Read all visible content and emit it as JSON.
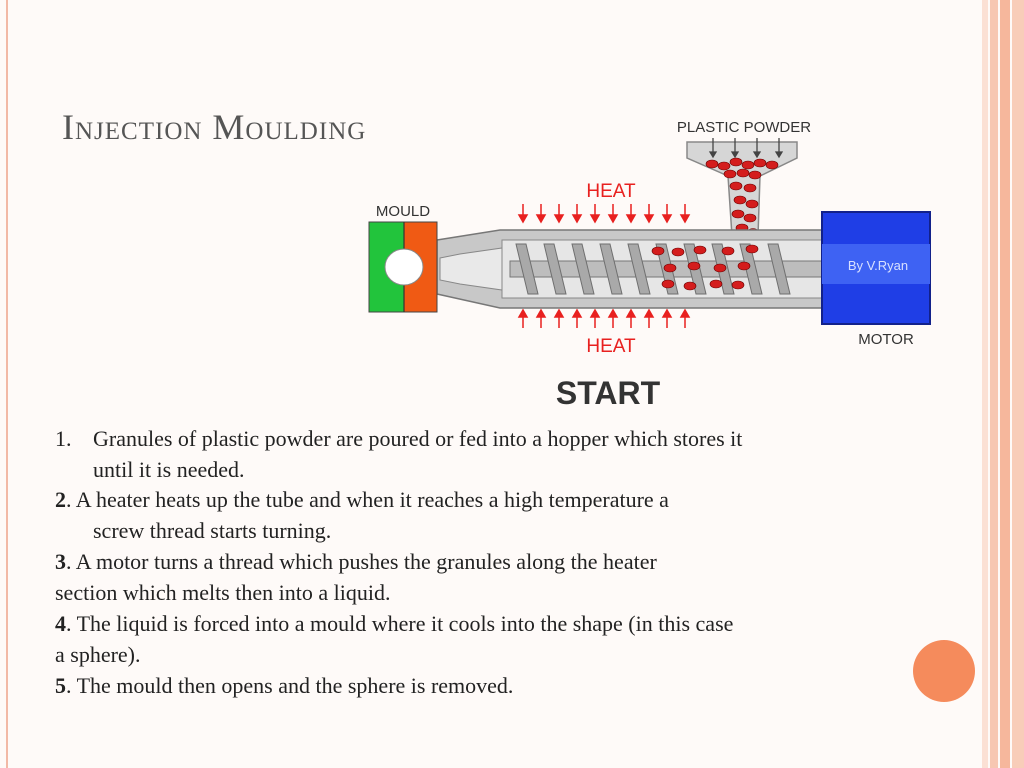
{
  "slide": {
    "title": "Injection Moulding",
    "colors": {
      "accent": "#f58b5c",
      "heat": "#e8201f",
      "motor": "#1f3ee6",
      "mould_green": "#22c43c",
      "mould_orange": "#f05a14"
    }
  },
  "diagram": {
    "plastic_powder_label": "PLASTIC POWDER",
    "heat_top_label": "HEAT",
    "heat_bottom_label": "HEAT",
    "mould_label": "MOULD",
    "motor_label": "MOTOR",
    "credit": "By V.Ryan",
    "start_label": "START"
  },
  "steps": [
    {
      "num": "1.",
      "line1": "Granules of plastic powder are poured or fed into a hopper which stores it",
      "line2": "until it is needed."
    },
    {
      "num": "2",
      "line1": ". A heater heats up the tube and when it reaches a high temperature a",
      "line2": "screw thread starts turning."
    },
    {
      "num": "3",
      "line1": ". A motor turns a thread which pushes the granules along the heater",
      "line2": "section which melts then into a liquid."
    },
    {
      "num": "4",
      "line1": ". The liquid is forced into a mould where it cools into the shape (in this case",
      "line2": "a sphere)."
    },
    {
      "num": "5",
      "line1": ". The mould then opens and the sphere is removed."
    }
  ]
}
